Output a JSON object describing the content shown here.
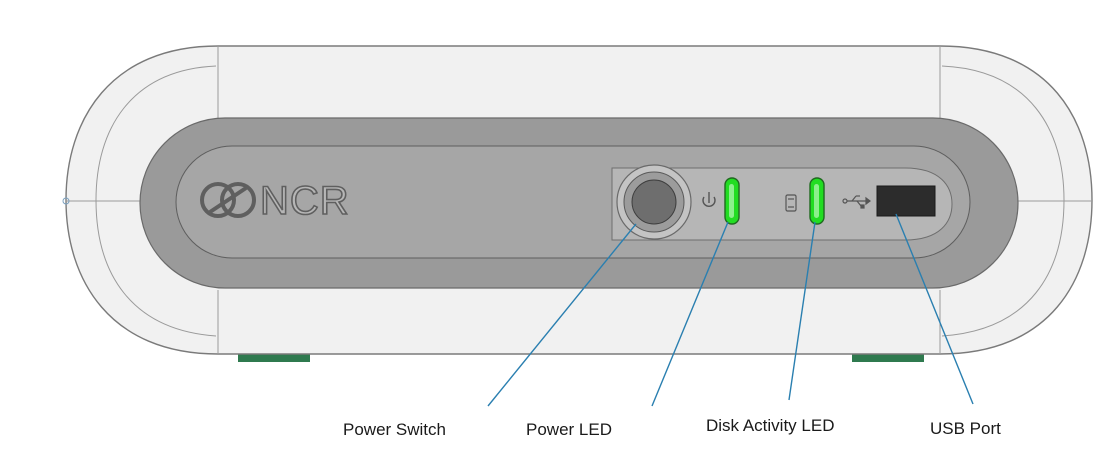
{
  "device": {
    "brand": "NCR",
    "colors": {
      "shell": "#f1f1f1",
      "shell_edge": "#7a7a7a",
      "panel": "#9a9a9a",
      "panel_inner": "#a6a6a6",
      "led_on": "#22dd22",
      "led_glow": "#8cf08c",
      "foot": "#2f7a4f",
      "callout_line": "#2a7fb0",
      "usb_slot": "#2c2c2c"
    },
    "icons": {
      "power": "power-icon",
      "disk": "disk-icon",
      "usb": "usb-icon"
    }
  },
  "callouts": [
    {
      "label": "Power Switch"
    },
    {
      "label": "Power LED"
    },
    {
      "label": "Disk Activity LED"
    },
    {
      "label": "USB Port"
    }
  ]
}
